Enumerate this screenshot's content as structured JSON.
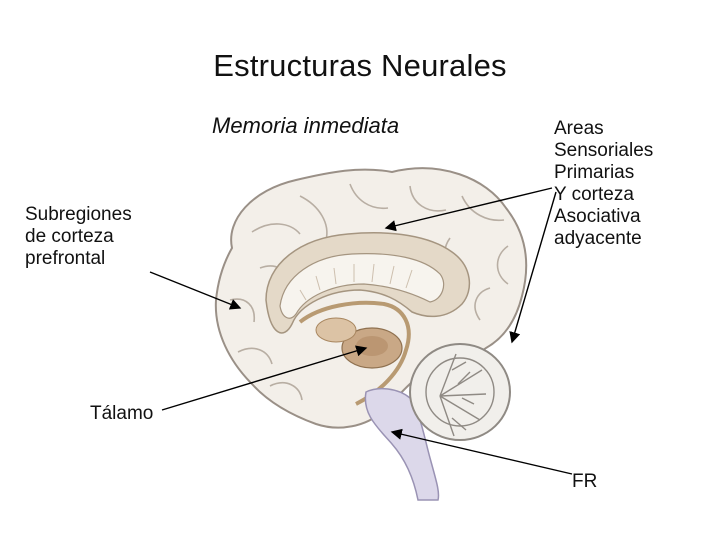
{
  "slide": {
    "title": "Estructuras Neurales",
    "subtitle": "Memoria inmediata"
  },
  "labels": {
    "sensory": "Areas\nSensoriales\nPrimarias\nY corteza\nAsociativa\nadyacente",
    "prefrontal": "Subregiones\nde corteza\nprefrontal",
    "thalamus": "Tálamo",
    "fr": "FR"
  },
  "colors": {
    "brain_fill": "#f3efe9",
    "brain_outline": "#9a9087",
    "inner_band": "#d6c9b4",
    "thalamus": "#c9a886",
    "brainstem": "#d9d6e8",
    "arrow": "#000000"
  }
}
